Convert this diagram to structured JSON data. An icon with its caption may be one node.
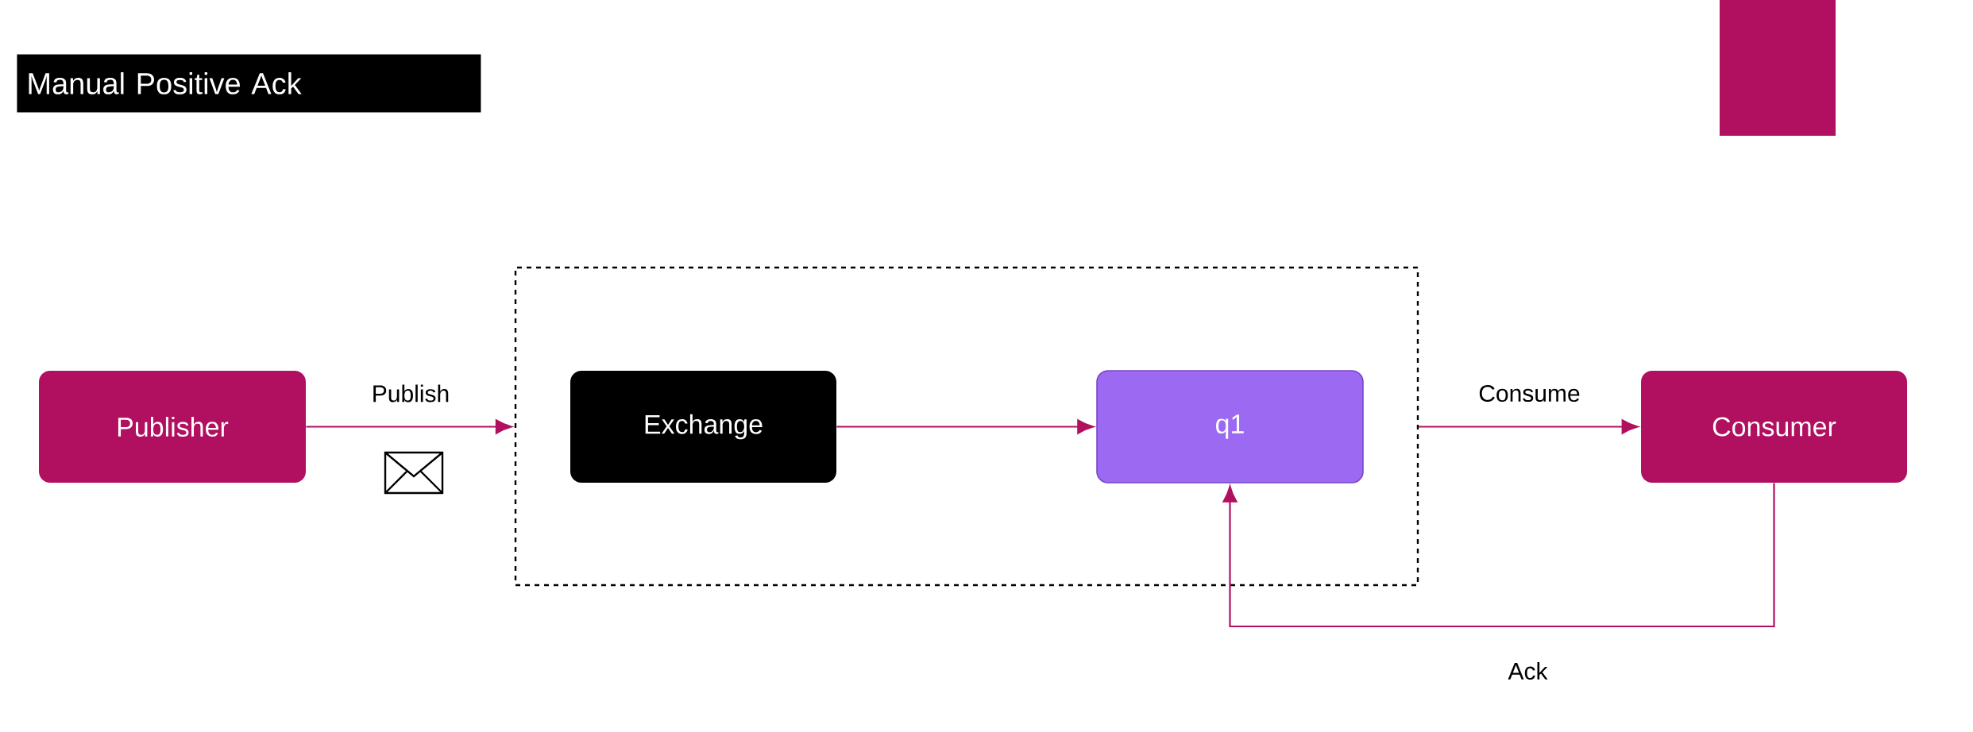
{
  "diagram": {
    "title": "Manual Positive Ack",
    "nodes": [
      {
        "text": [],
        "shape": "box"
      },
      {
        "text": [
          "Publisher"
        ]
      },
      {
        "text": [
          "Exchange"
        ],
        "in": 0
      },
      {
        "text": [
          "q1"
        ],
        "in": 0
      },
      {
        "text": [
          "Consumer"
        ]
      }
    ],
    "edges": [
      {
        "from": 1,
        "to": 0,
        "arrow": "to",
        "label": "Publish"
      },
      {
        "from": 2,
        "to": 3,
        "arrow": "to"
      },
      {
        "from": 0,
        "to": 4,
        "arrow": "to",
        "label": "Consume"
      },
      {
        "from": 4,
        "to": 3,
        "arrow": "to",
        "label": "Ack"
      }
    ]
  }
}
